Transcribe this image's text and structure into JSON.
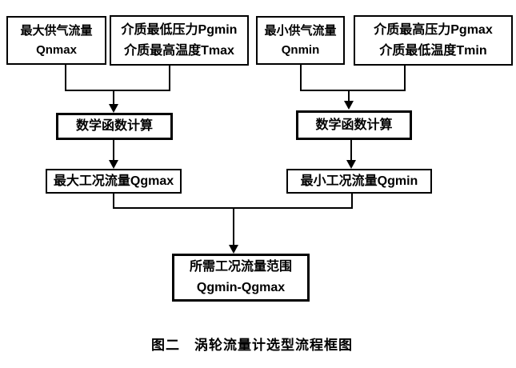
{
  "diagram": {
    "type": "flowchart",
    "caption": "图二　涡轮流量计选型流程框图",
    "colors": {
      "line": "#000000",
      "text": "#000000",
      "background": "#ffffff"
    },
    "nodes": {
      "qnmax": {
        "line1": "最大供气流量",
        "line2": "Qnmax"
      },
      "pgmin_tmax": {
        "line1": "介质最低压力Pgmin",
        "line2": "介质最高温度Tmax"
      },
      "qnmin": {
        "line1": "最小供气流量",
        "line2": "Qnmin"
      },
      "pgmax_tmin": {
        "line1": "介质最高压力Pgmax",
        "line2": "介质最低温度Tmin"
      },
      "calc_left": {
        "label": "数学函数计算"
      },
      "calc_right": {
        "label": "数学函数计算"
      },
      "qgmax": {
        "label": "最大工况流量Qgmax"
      },
      "qgmin": {
        "label": "最小工况流量Qgmin"
      },
      "result": {
        "line1": "所需工况流量范围",
        "line2": "Qgmin-Qgmax"
      }
    },
    "edges": [
      "qnmax -> calc_left",
      "pgmin_tmax -> calc_left",
      "calc_left -> qgmax",
      "qnmin -> calc_right",
      "pgmax_tmin -> calc_right",
      "calc_right -> qgmin",
      "qgmax -> result",
      "qgmin -> result"
    ]
  }
}
